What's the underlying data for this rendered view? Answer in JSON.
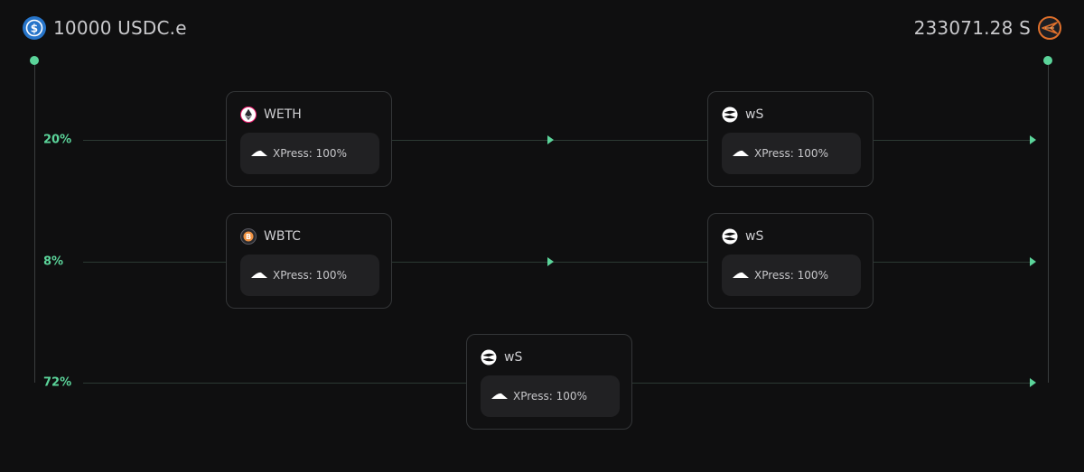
{
  "header": {
    "from": {
      "amount_label": "10000 USDC.e",
      "icon": "usdc-icon",
      "color": "#2775ca"
    },
    "to": {
      "amount_label": "233071.28 S",
      "icon": "sonic-icon",
      "color": "#e0702b"
    }
  },
  "accent_color": "#5bd49a",
  "routes": [
    {
      "percent_label": "20%",
      "percent": 20,
      "hops": [
        {
          "token": "WETH",
          "icon": "weth-icon",
          "pool_label": "XPress: 100%",
          "pool_icon": "xpress-icon"
        },
        {
          "token": "wS",
          "icon": "ws-icon",
          "pool_label": "XPress: 100%",
          "pool_icon": "xpress-icon"
        }
      ]
    },
    {
      "percent_label": "8%",
      "percent": 8,
      "hops": [
        {
          "token": "WBTC",
          "icon": "wbtc-icon",
          "pool_label": "XPress: 100%",
          "pool_icon": "xpress-icon"
        },
        {
          "token": "wS",
          "icon": "ws-icon",
          "pool_label": "XPress: 100%",
          "pool_icon": "xpress-icon"
        }
      ]
    },
    {
      "percent_label": "72%",
      "percent": 72,
      "hops": [
        {
          "token": "wS",
          "icon": "ws-icon",
          "pool_label": "XPress: 100%",
          "pool_icon": "xpress-icon"
        }
      ]
    }
  ]
}
